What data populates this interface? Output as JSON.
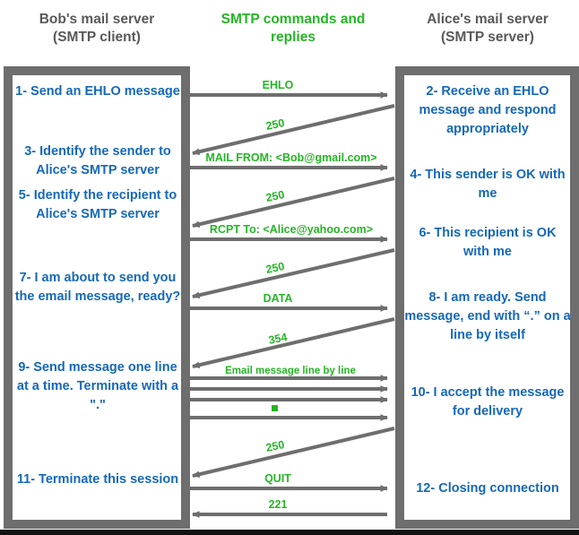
{
  "diagram": {
    "title": "SMTP commands and replies sequence between Bob's and Alice's mail servers",
    "colors": {
      "label_green": "#25b525",
      "step_blue": "#1568b8",
      "frame_grey": "#6e6e6e",
      "heading_grey": "#595959",
      "arrow_grey": "#6e6e6e",
      "background": "#ffffff"
    }
  },
  "headers": {
    "left": "Bob's mail server\n(SMTP client)",
    "left_line1": "Bob's mail server",
    "left_line2": "(SMTP client)",
    "middle_line1": "SMTP commands and",
    "middle_line2": "replies",
    "right_line1": "Alice's mail server",
    "right_line2": "(SMTP server)"
  },
  "client_steps": [
    {
      "id": "step-1",
      "text": "1- Send an EHLO message"
    },
    {
      "id": "step-3",
      "text": "3- Identify the sender to Alice's SMTP server"
    },
    {
      "id": "step-5",
      "text": "5- Identify\nthe recipient to Alice's SMTP server"
    },
    {
      "id": "step-7",
      "text": "7- I am about to send you the email message, ready?"
    },
    {
      "id": "step-9",
      "text": "9- Send message one line at a time. Terminate with a \".\""
    },
    {
      "id": "step-11",
      "text": "11- Terminate this session"
    }
  ],
  "server_steps": [
    {
      "id": "step-2",
      "text": "2- Receive an EHLO message and respond appropriately"
    },
    {
      "id": "step-4",
      "text": "4- This sender is OK with me"
    },
    {
      "id": "step-6",
      "text": "6- This recipient is OK with me"
    },
    {
      "id": "step-8",
      "text": "8-  I am ready. Send message, end with “.” on a line by itself"
    },
    {
      "id": "step-10",
      "text": "10-  I accept the message for delivery"
    },
    {
      "id": "step-12",
      "text": "12-  Closing connection"
    }
  ],
  "messages": [
    {
      "id": "msg-ehlo",
      "label": "EHLO",
      "direction": "client-to-server",
      "kind": "command"
    },
    {
      "id": "msg-250-a",
      "label": "250",
      "direction": "server-to-client",
      "kind": "reply"
    },
    {
      "id": "msg-mail-from",
      "label": "MAIL FROM: <Bob@gmail.com>",
      "direction": "client-to-server",
      "kind": "command"
    },
    {
      "id": "msg-250-b",
      "label": "250",
      "direction": "server-to-client",
      "kind": "reply"
    },
    {
      "id": "msg-rcpt-to",
      "label": "RCPT To: <Alice@yahoo.com>",
      "direction": "client-to-server",
      "kind": "command"
    },
    {
      "id": "msg-250-c",
      "label": "250",
      "direction": "server-to-client",
      "kind": "reply"
    },
    {
      "id": "msg-data",
      "label": "DATA",
      "direction": "client-to-server",
      "kind": "command"
    },
    {
      "id": "msg-354",
      "label": "354",
      "direction": "server-to-client",
      "kind": "reply"
    },
    {
      "id": "msg-email-body",
      "label": "Email message line by line",
      "direction": "client-to-server",
      "kind": "command"
    },
    {
      "id": "msg-dot",
      "label": ".",
      "direction": "client-to-server",
      "kind": "terminator"
    },
    {
      "id": "msg-250-d",
      "label": "250",
      "direction": "server-to-client",
      "kind": "reply"
    },
    {
      "id": "msg-quit",
      "label": "QUIT",
      "direction": "client-to-server",
      "kind": "command"
    },
    {
      "id": "msg-221",
      "label": "221",
      "direction": "server-to-client",
      "kind": "reply"
    }
  ]
}
